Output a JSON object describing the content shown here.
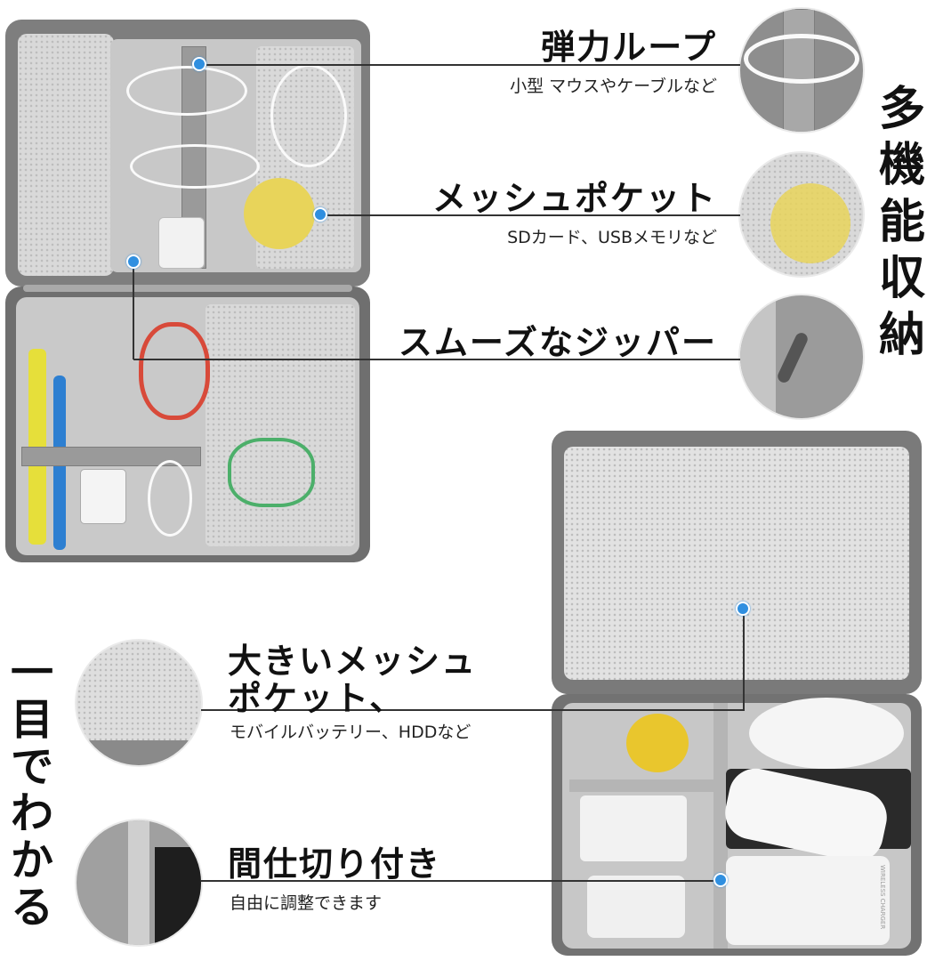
{
  "callouts": [
    {
      "title": "弾力ループ",
      "subtitle": "小型 マウスやケーブルなど"
    },
    {
      "title": "メッシュポケット",
      "subtitle": "SDカード、USBメモリなど"
    },
    {
      "title": "スムーズなジッパー",
      "subtitle": ""
    },
    {
      "title_line1": "大きいメッシュ",
      "title_line2": "ポケット、",
      "subtitle": "モバイルバッテリー、HDDなど"
    },
    {
      "title": "間仕切り付き",
      "subtitle": "自由に調整できます"
    }
  ],
  "vertical_right": "多機能収納",
  "vertical_left": "一目でわかる",
  "product_labels": {
    "charger": "WIRELESS CHARGER"
  },
  "colors": {
    "case_gray": "#8e8e8e",
    "mesh_light": "#d9d9d9",
    "lining": "#c9c9c9",
    "accent_dot": "#2f8fe0"
  }
}
